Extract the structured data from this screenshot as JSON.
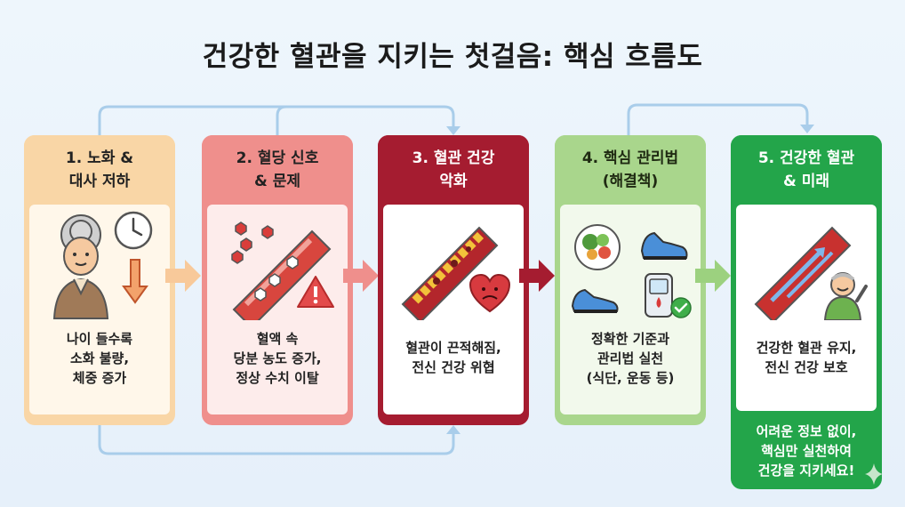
{
  "title": "건강한 혈관을 지키는 첫걸음: 핵심 흐름도",
  "colors": {
    "step1": "#f9d6a6",
    "step2": "#ef8f8c",
    "step3": "#a51c30",
    "step4": "#a9d68c",
    "step5": "#23a54a",
    "connector": "#a9cdea"
  },
  "steps": [
    {
      "heading": "1. 노화 &\n대사 저하",
      "description": "나이 들수록\n소화 불량,\n체중 증가",
      "icons": [
        "elderly-woman-icon",
        "clock-icon",
        "down-arrow-icon"
      ]
    },
    {
      "heading": "2. 혈당 신호\n& 문제",
      "description": "혈액 속\n당분 농도 증가,\n정상 수치 이탈",
      "icons": [
        "sugar-molecules-icon",
        "blood-vessel-icon",
        "warning-icon"
      ]
    },
    {
      "heading": "3. 혈관 건강\n악화",
      "description": "혈관이 끈적해짐,\n전신 건강 위협",
      "icons": [
        "clogged-vessel-icon",
        "sad-heart-icon"
      ]
    },
    {
      "heading": "4. 핵심 관리법\n(해결책)",
      "description": "정확한 기준과\n관리법 실천\n(식단, 운동 등)",
      "icons": [
        "salad-bowl-icon",
        "sneaker-icon",
        "glucose-meter-icon",
        "check-icon"
      ]
    },
    {
      "heading": "5. 건강한 혈관\n& 미래",
      "description": "건강한 혈관 유지,\n전신 건강 보호",
      "footer": "어려운 정보 없이,\n핵심만 실천하여\n건강을 지키세요!",
      "icons": [
        "healthy-vessel-icon",
        "happy-elder-icon"
      ]
    }
  ]
}
